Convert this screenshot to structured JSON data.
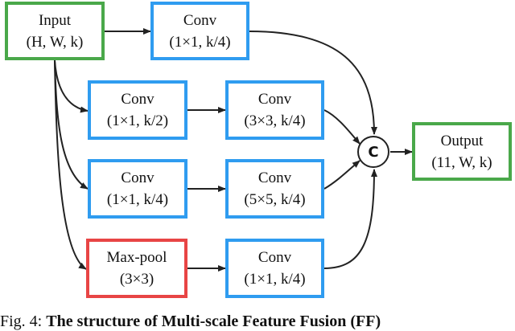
{
  "nodes": {
    "input": {
      "line1": "Input",
      "line2": "(H, W, k)"
    },
    "conv_top": {
      "line1": "Conv",
      "line2": "(1×1, k/4)"
    },
    "conv_b1a": {
      "line1": "Conv",
      "line2": "(1×1, k/2)"
    },
    "conv_b1b": {
      "line1": "Conv",
      "line2": "(3×3, k/4)"
    },
    "conv_b2a": {
      "line1": "Conv",
      "line2": "(1×1, k/4)"
    },
    "conv_b2b": {
      "line1": "Conv",
      "line2": "(5×5, k/4)"
    },
    "maxpool": {
      "line1": "Max-pool",
      "line2": "(3×3)"
    },
    "conv_b3b": {
      "line1": "Conv",
      "line2": "(1×1, k/4)"
    },
    "output": {
      "line1": "Output",
      "line2": "(11, W, k)"
    },
    "concat": {
      "label": "C"
    }
  },
  "caption": {
    "prefix": "Fig. 4: ",
    "bold": "The structure of Multi-scale Feature Fusion (FF)"
  },
  "colors": {
    "conv": "#2f9cf0",
    "io": "#4aa84a",
    "pool": "#e84545",
    "arrow": "#222222"
  }
}
